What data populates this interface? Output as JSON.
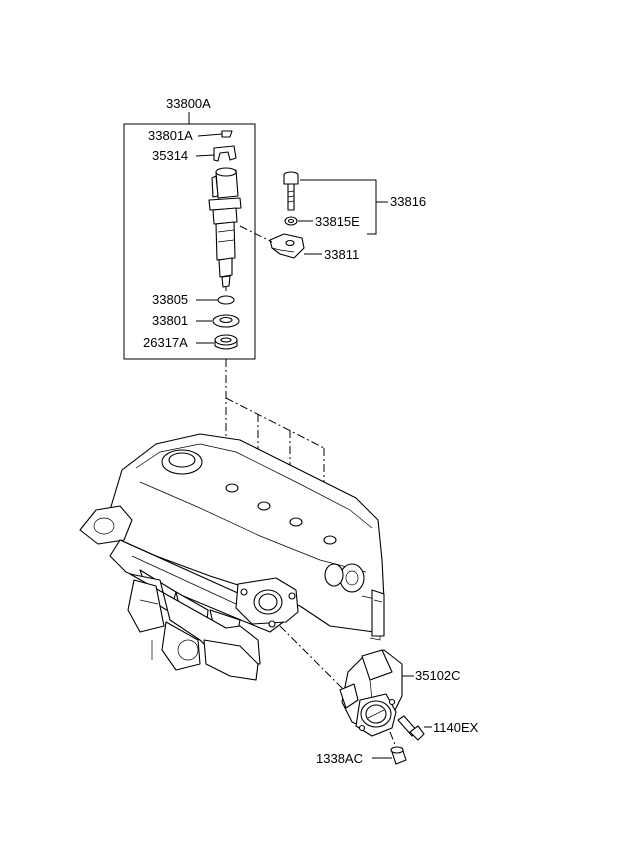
{
  "diagram": {
    "labels": {
      "assembly": "33800A",
      "clip": "33801A",
      "holder": "35314",
      "bolt_assy": "33816",
      "washer": "33815E",
      "clamp": "33811",
      "o_ring": "33805",
      "seal": "33801",
      "ring": "26317A",
      "throttle_body": "35102C",
      "bolt_a": "1140EX",
      "bolt_b": "1338AC"
    },
    "colors": {
      "line": "#000000",
      "background": "#ffffff"
    }
  }
}
